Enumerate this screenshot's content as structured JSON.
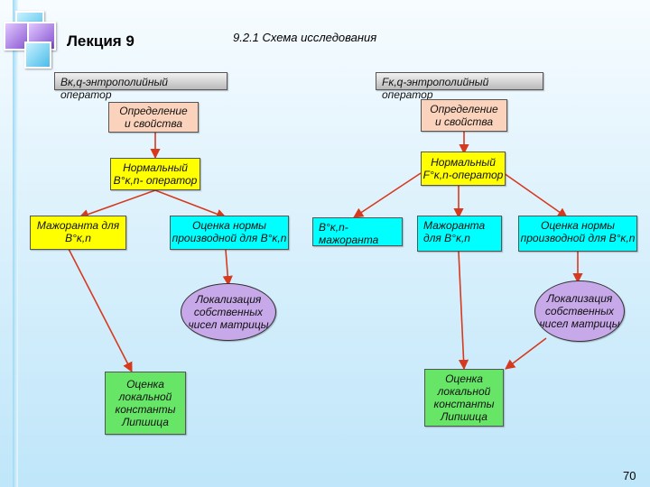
{
  "header": {
    "lecture_title": "Лекция 9",
    "scheme_title": "9.2.1 Схема исследования"
  },
  "left_branch": {
    "operator": "Bκ,q-энтрополийный оператор",
    "definition": "Определение\nи свойства",
    "normal": "Нормальный\nB°κ,n- оператор",
    "majorant": "Мажоранта для\nB°κ,n",
    "norm_estimate": "Оценка нормы\nпроизводной для B°κ,n",
    "localization": "Локализация\nсобственных\nчисел матрицы",
    "lipschitz": "Оценка\nлокальной\nконстанты\nЛипшица"
  },
  "right_branch": {
    "operator": "Fκ,q-энтрополийный оператор",
    "definition": "Определение\nи свойства",
    "normal": "Нормальный\nF°κ,n-оператор",
    "b_majorant": "B°κ,n-мажоранта",
    "majorant": "Мажоранта\nдля B°κ,n",
    "norm_estimate": "Оценка нормы\nпроизводной  для B°κ,n",
    "localization": "Локализация\nсобственных\nчисел матрицы",
    "lipschitz": "Оценка\nлокальной\nконстанты\nЛипшица"
  },
  "page_number": "70",
  "colors": {
    "operator_box": "#c0c0c0",
    "definition_box": "#fbd3bc",
    "normal_box": "#ffff00",
    "estimate_box": "#00ffff",
    "localization_oval": "#c7a8e8",
    "lipschitz_box": "#66e566",
    "arrow": "#d63a1e"
  }
}
